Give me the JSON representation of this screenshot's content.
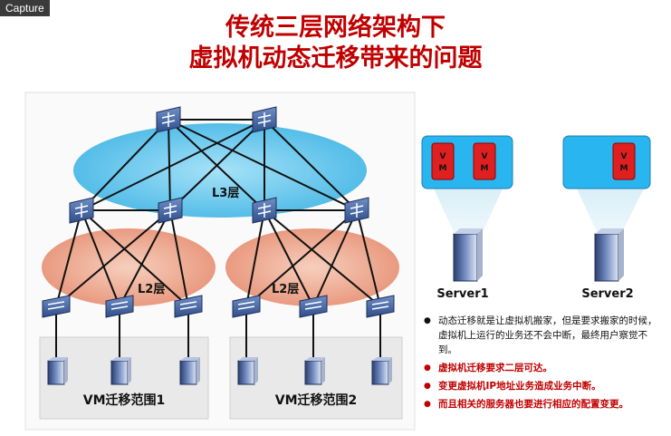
{
  "capture_label": "Capture",
  "title_line1": "传统三层网络架构下",
  "title_line2": "虚拟机动态迁移带来的问题",
  "labels": {
    "l3": "L3层",
    "l2_left": "L2层",
    "l2_right": "L2层",
    "vm_range_1": "VM迁移范围1",
    "vm_range_2": "VM迁移范围2",
    "server1": "Server1",
    "server2": "Server2",
    "vm": "V M"
  },
  "bullets": [
    {
      "text": "动态迁移就是让虚拟机搬家，但是要求搬家的时候，虚拟机上运行的业务还不会中断，最终用户察觉不到。",
      "style": "black"
    },
    {
      "text": "虚拟机迁移要求二层可达。",
      "style": "red"
    },
    {
      "text": "变更虚拟机IP地址业务造成业务中断。",
      "style": "red"
    },
    {
      "text": "而且相关的服务器也要进行相应的配置变更。",
      "style": "red"
    }
  ],
  "colors": {
    "title": "#c00000",
    "l3_cloud": "#7fd0f0",
    "l2_cloud": "#f2b8a0",
    "vm_box": "#e02020",
    "server_panel": "#29b6f0"
  }
}
